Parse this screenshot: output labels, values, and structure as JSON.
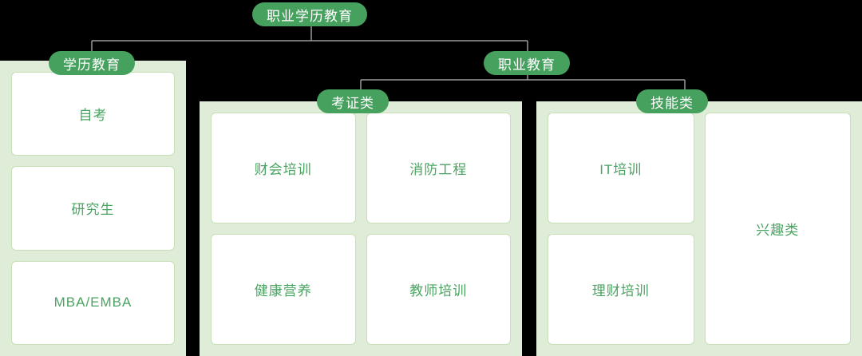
{
  "colors": {
    "pill_bg": "#46a05e",
    "pill_text": "#ffffff",
    "panel_bg": "#dfedd8",
    "card_bg": "#ffffff",
    "card_border": "#c7e0b8",
    "card_text": "#4aa361",
    "connector_line": "#9a9a9a",
    "canvas_bg": "#000000"
  },
  "root": {
    "label": "职业学历教育"
  },
  "branches": [
    {
      "id": "degree-education",
      "label": "学历教育",
      "cards": [
        {
          "label": "自考"
        },
        {
          "label": "研究生"
        },
        {
          "label": "MBA/EMBA"
        }
      ]
    },
    {
      "id": "vocational-education",
      "label": "职业教育",
      "subgroups": [
        {
          "id": "certification",
          "label": "考证类",
          "cards": [
            {
              "label": "财会培训"
            },
            {
              "label": "消防工程"
            },
            {
              "label": "健康营养"
            },
            {
              "label": "教师培训"
            }
          ]
        },
        {
          "id": "skills",
          "label": "技能类",
          "cards_left": [
            {
              "label": "IT培训"
            },
            {
              "label": "理财培训"
            }
          ],
          "cards_right": [
            {
              "label": "兴趣类"
            }
          ]
        }
      ]
    }
  ]
}
